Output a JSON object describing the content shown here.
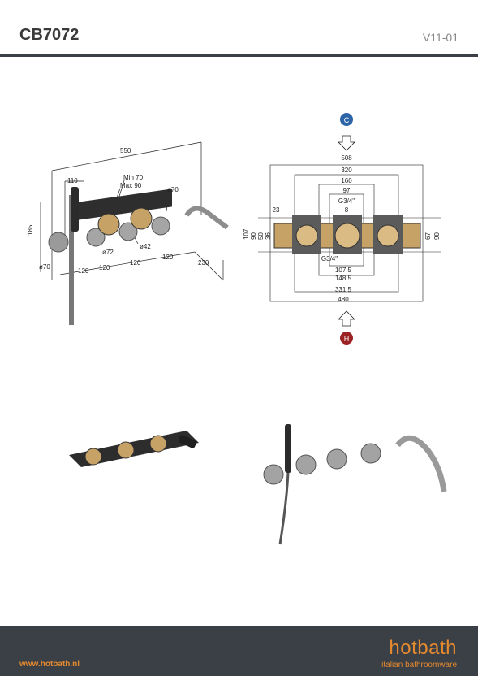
{
  "header": {
    "code": "CB7072",
    "version": "V11-01"
  },
  "footer": {
    "url": "www.hotbath.nl",
    "brand": "hotbath",
    "tagline": "italian bathroomware"
  },
  "colors": {
    "accent": "#e58a2e",
    "dark": "#3b3f46",
    "cold": "#2d64a8",
    "hot": "#9b2323"
  },
  "front_drawing": {
    "dims": {
      "w550": "550",
      "w110": "110",
      "min": "Min 70",
      "max": "Max 90",
      "d70a": "ø70",
      "h185": "185",
      "d70b": "ø70",
      "d72": "ø72",
      "d42": "ø42",
      "s120a": "120",
      "s120b": "120",
      "s120c": "120",
      "s120d": "120",
      "w230": "230"
    }
  },
  "plan_drawing": {
    "cold_label": "C",
    "hot_label": "H",
    "dims": {
      "w508": "508",
      "w320": "320",
      "w160": "160",
      "w97": "97",
      "g34a": "G3/4\"",
      "w8": "8",
      "w23": "23",
      "h107": "107",
      "h90a": "90",
      "h50": "50",
      "h36": "36",
      "h67": "67",
      "h90b": "90",
      "g34b": "G3/4\"",
      "w107_5": "107,5",
      "w148_5": "148,5",
      "w331_5": "331,5",
      "w480": "480"
    }
  }
}
